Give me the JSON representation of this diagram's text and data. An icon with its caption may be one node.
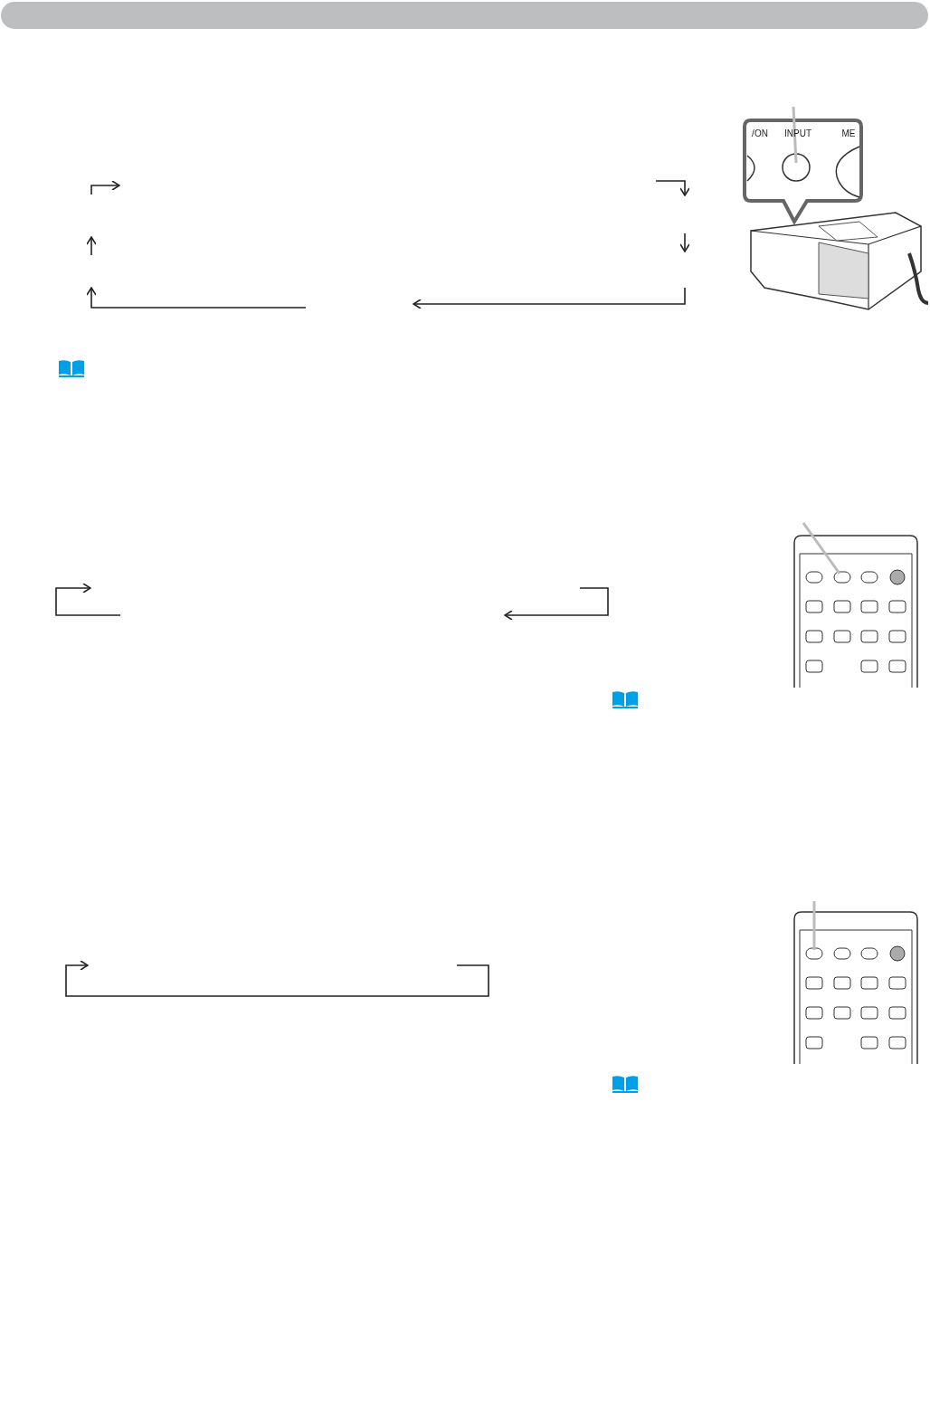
{
  "diagram": {
    "labels": [
      "/ON",
      "INPUT",
      "ME"
    ]
  }
}
